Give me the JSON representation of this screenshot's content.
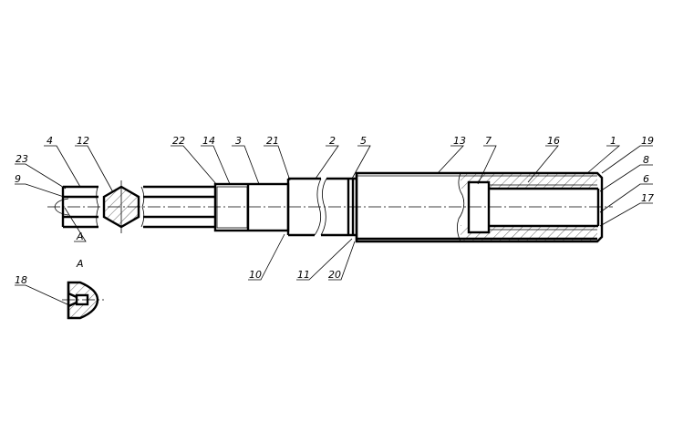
{
  "callouts": [
    {
      "id": "c23",
      "label": "23"
    },
    {
      "id": "c4",
      "label": "4"
    },
    {
      "id": "c12",
      "label": "12"
    },
    {
      "id": "c9",
      "label": "9"
    },
    {
      "id": "c22",
      "label": "22"
    },
    {
      "id": "c14",
      "label": "14"
    },
    {
      "id": "c3",
      "label": "3"
    },
    {
      "id": "c21",
      "label": "21"
    },
    {
      "id": "c2",
      "label": "2"
    },
    {
      "id": "c5",
      "label": "5"
    },
    {
      "id": "c13",
      "label": "13"
    },
    {
      "id": "c7",
      "label": "7"
    },
    {
      "id": "c16",
      "label": "16"
    },
    {
      "id": "c1",
      "label": "1"
    },
    {
      "id": "c19",
      "label": "19"
    },
    {
      "id": "c8",
      "label": "8"
    },
    {
      "id": "c6",
      "label": "6"
    },
    {
      "id": "c17",
      "label": "17"
    },
    {
      "id": "c10",
      "label": "10"
    },
    {
      "id": "c11",
      "label": "11"
    },
    {
      "id": "c20",
      "label": "20"
    },
    {
      "id": "c18",
      "label": "18"
    }
  ],
  "section_mark": "A",
  "section_view_title": "A"
}
